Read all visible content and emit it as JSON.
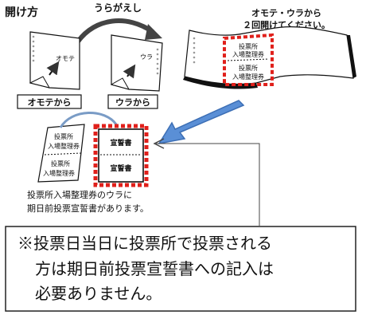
{
  "header": {
    "title": "開け方"
  },
  "steps": {
    "flip_label": "うらがえし",
    "front_sheet_text": "オモテ",
    "back_sheet_text": "ウラ",
    "from_front_label": "オモテから",
    "from_back_label": "ウラから",
    "instruction_line1": "オモテ・ウラから",
    "instruction_line2": "２回開けてください。"
  },
  "opened_sheet": {
    "upper_line1": "投票所",
    "upper_line2": "入場整理券",
    "lower_line1": "投票所",
    "lower_line2": "入場整理券"
  },
  "detail": {
    "left_upper_line1": "投票所",
    "left_upper_line2": "入場整理券",
    "left_lower_line1": "投票所",
    "left_lower_line2": "入場整理券",
    "right_upper": "宣誓書",
    "right_lower": "宣誓書",
    "caption_line1": "投票所入場整理券のウラに",
    "caption_line2": "期日前投票宣誓書があります。"
  },
  "notice": {
    "line1": "※投票日当日に投票所で投票される",
    "line2": "方は期日前投票宣誓書への記入は",
    "line3": "必要ありません。"
  },
  "colors": {
    "highlight": "#e0201b",
    "arrow": "#5a8fd6",
    "arrow_stroke": "#3d6fb5"
  }
}
